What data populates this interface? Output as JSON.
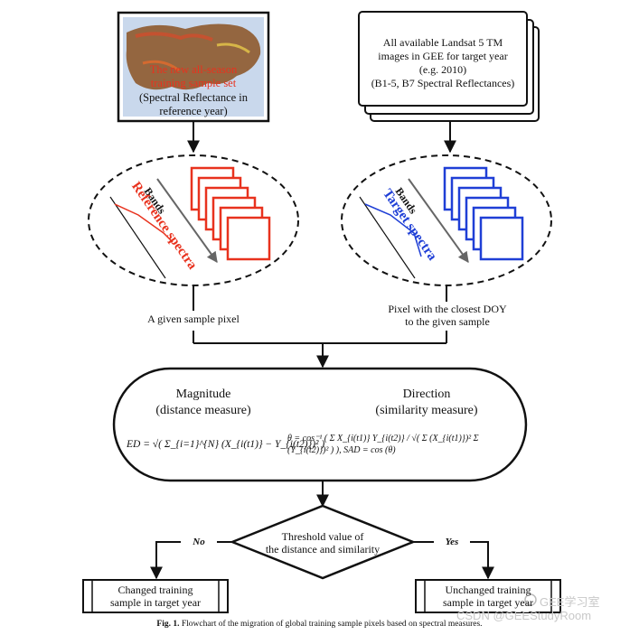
{
  "top_left": {
    "title_line1": "The new all-season",
    "title_line2": "training sample set",
    "caption_line1": "(Spectral Reflectance in",
    "caption_line2": "reference year)"
  },
  "top_right": {
    "line1": "All available Landsat 5 TM",
    "line2": "images in GEE for target year",
    "line3": "(e.g. 2010)",
    "line4": "(B1-5, B7 Spectral Reflectances)"
  },
  "left_ellipse": {
    "bands_label": "Bands",
    "spectra_label": "Reference spectra",
    "color": "#e8321e"
  },
  "right_ellipse": {
    "bands_label": "Bands",
    "spectra_label": "Target spectra",
    "color": "#1f3fd6"
  },
  "left_pixel_label": "A given sample pixel",
  "right_pixel_label_line1": "Pixel with the closest DOY",
  "right_pixel_label_line2": "to  the given sample",
  "measures": {
    "magnitude_line1": "Magnitude",
    "magnitude_line2": "(distance measure)",
    "direction_line1": "Direction",
    "direction_line2": "(similarity measure)",
    "ed_formula": "ED = √( Σ_{i=1}^{N} (X_{i(t1)} − Y_{i(t2)})² )",
    "theta_formula": "θ = cos⁻¹ ( Σ X_{i(t1)} Y_{i(t2)} / √( Σ (X_{i(t1)})² Σ (Y_{i(t2)})² ) ),   SAD = cos (θ)"
  },
  "decision": {
    "line1": "Threshold value of",
    "line2": "the distance and  similarity"
  },
  "no_label": "No",
  "yes_label": "Yes",
  "changed": {
    "line1": "Changed training",
    "line2": "sample in target year"
  },
  "unchanged": {
    "line1": "Unchanged training",
    "line2": "sample in target year"
  },
  "caption_prefix": "Fig. 1.",
  "caption_text": "Flowchart of the migration of global training sample pixels based on spectral measures.",
  "watermark1": "GEE学习室",
  "watermark2": "CSDN @GEEStudyRoom"
}
